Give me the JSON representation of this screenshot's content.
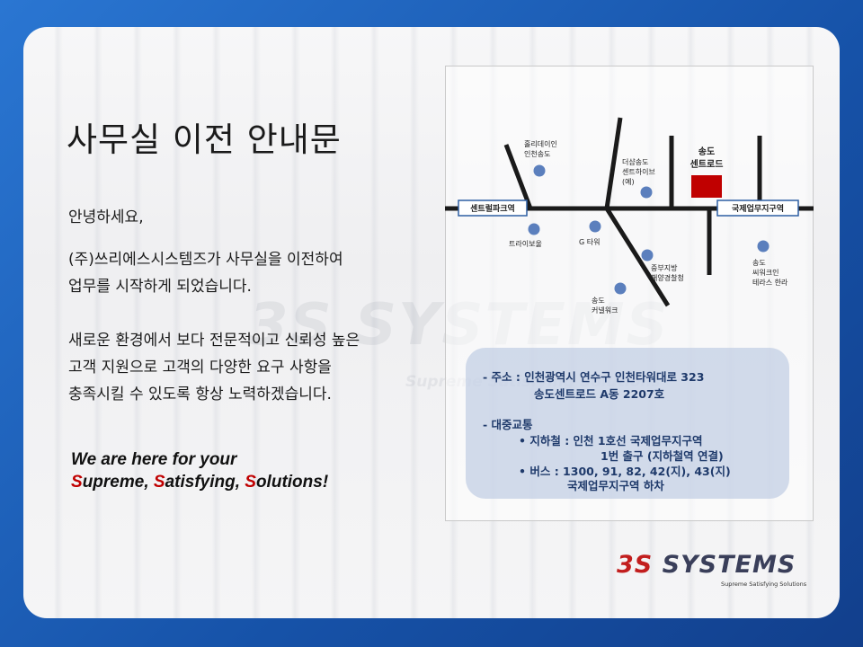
{
  "slide": {
    "title": "사무실 이전 안내문",
    "greeting": "안녕하세요,",
    "paragraph1": [
      "(주)쓰리에스시스템즈가 사무실을 이전하여",
      "업무를 시작하게 되었습니다."
    ],
    "paragraph2": [
      "새로운 환경에서 보다 전문적이고 신뢰성 높은",
      "고객 지원으로 고객의 다양한 요구 사항을",
      "충족시킬 수 있도록 항상 노력하겠습니다."
    ],
    "slogan": {
      "line1": "We are here for your",
      "s1": "S",
      "w1": "upreme, ",
      "s2": "S",
      "w2": "atisfying, ",
      "s3": "S",
      "w3": "olutions!"
    },
    "watermark": "3S SYSTEMS",
    "watermark_sub": "Supreme Satisfying Solutions"
  },
  "map": {
    "stations": [
      "센트럴파크역",
      "국제업무지구역"
    ],
    "destination": [
      "송도",
      "센트로드"
    ],
    "landmarks": [
      [
        "홀리데이인",
        "인천송도"
      ],
      [
        "더샵송도",
        "센트하이브",
        "(예)"
      ],
      [
        "트라이보울"
      ],
      [
        "G 타워"
      ],
      [
        "송도",
        "씨워크인",
        "테라스 한라"
      ],
      [
        "중부지방",
        "해양경찰청"
      ],
      [
        "송도",
        "커넬워크"
      ]
    ]
  },
  "address": {
    "line1": "- 주소 : 인천광역시 연수구 인천타워대로 323",
    "line2": "송도센트로드 A동 2207호",
    "line3": "- 대중교통",
    "line4": "• 지하철 : 인천 1호선 국제업무지구역",
    "line5": "1번 출구 (지하철역 연결)",
    "line6": "• 버스 : 1300, 91, 82, 42(지), 43(지)",
    "line7": "국제업무지구역 하차"
  },
  "logo": {
    "prefix": "3S",
    "name": "SYSTEMS",
    "tagline": "Supreme Satisfying Solutions"
  },
  "colors": {
    "frame_blue": "#1d5fb8",
    "accent_red": "#c00000",
    "map_dot": "#5b7fbd",
    "destination_red": "#c00000",
    "address_box": "#b8c7e0"
  }
}
